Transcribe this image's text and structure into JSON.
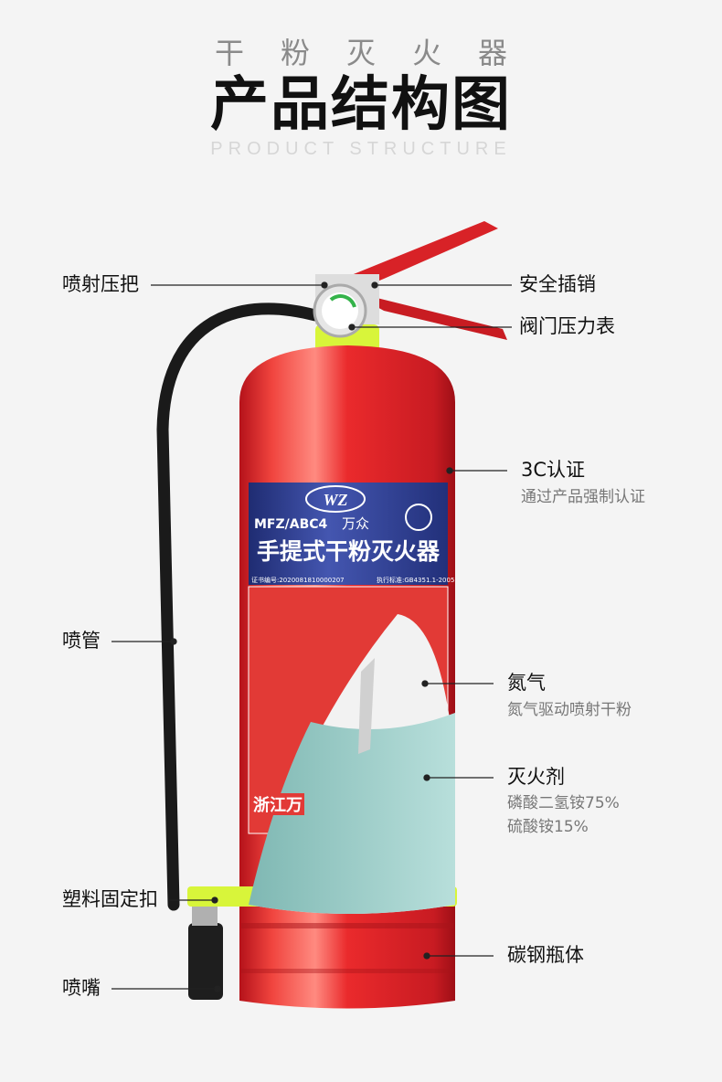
{
  "header": {
    "subtitle": "干粉灭火器",
    "title": "产品结构图",
    "english": "PRODUCT STRUCTURE"
  },
  "product_label": {
    "brand": "WZ",
    "model": "MFZ/ABC4",
    "brand_cn": "万众",
    "name": "手提式干粉灭火器",
    "cert_no": "证书编号:2020081810000207",
    "standard": "执行标准:GB4351.1-2005",
    "maker": "浙江万"
  },
  "callouts": {
    "handle": "喷射压把",
    "safety_pin": "安全插销",
    "gauge": "阀门压力表",
    "cert": "3C认证",
    "cert_desc": "通过产品强制认证",
    "hose": "喷管",
    "nitrogen": "氮气",
    "nitrogen_desc": "氮气驱动喷射干粉",
    "agent": "灭火剂",
    "agent_desc_1": "磷酸二氢铵75%",
    "agent_desc_2": "硫酸铵15%",
    "clip": "塑料固定扣",
    "body": "碳钢瓶体",
    "nozzle": "喷嘴"
  },
  "colors": {
    "red": "#e8282a",
    "blue": "#2b3a8c",
    "clip": "#d8f53a",
    "agent": "#9ecfcb"
  }
}
